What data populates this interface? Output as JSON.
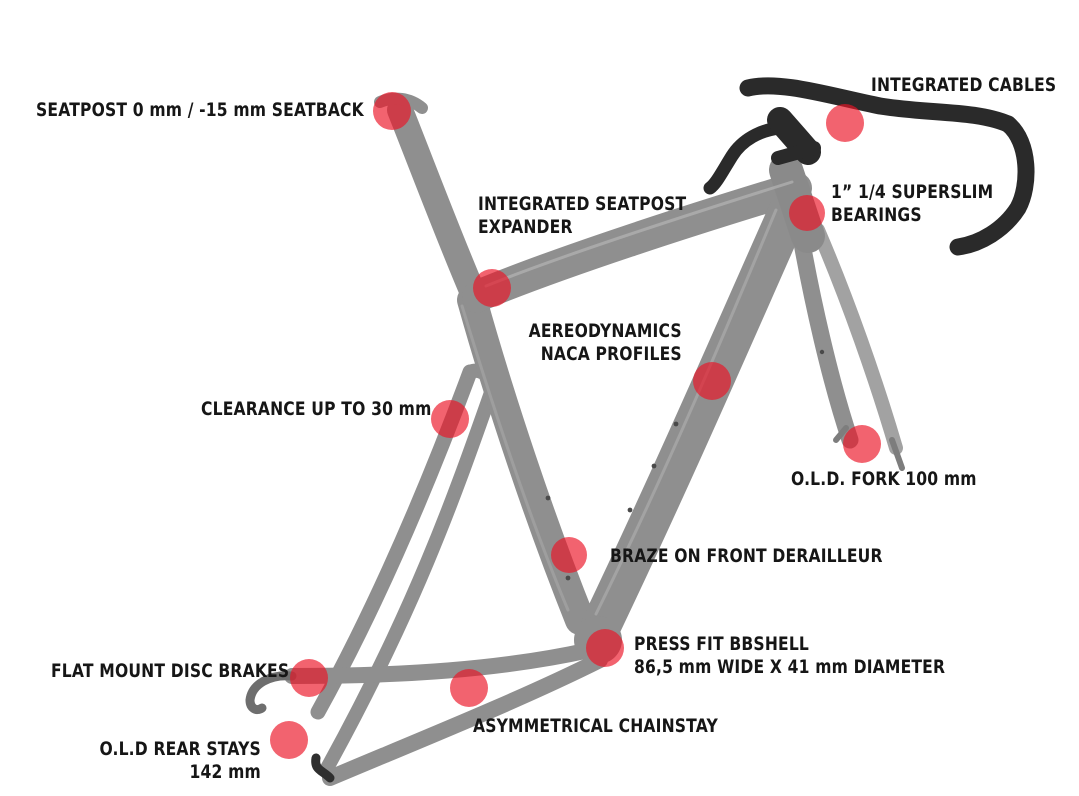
{
  "colors": {
    "frame": "#8f8f8f",
    "frame_shadow": "#6c6c6c",
    "frame_highlight": "#b4b4b4",
    "cockpit": "#2a2a2a",
    "marker": "#ec1224",
    "text": "#161616",
    "background": "#ffffff"
  },
  "callouts": {
    "seatpost": {
      "lines": [
        "SEATPOST 0 mm / -15 mm SEATBACK"
      ]
    },
    "integrated_cables": {
      "lines": [
        "INTEGRATED CABLES"
      ]
    },
    "bearings": {
      "lines": [
        "1” 1/4 SUPERSLIM",
        "BEARINGS"
      ]
    },
    "seatpost_expander": {
      "lines": [
        "INTEGRATED SEATPOST",
        "EXPANDER"
      ]
    },
    "naca_profiles": {
      "lines": [
        "AEREODYNAMICS",
        "NACA PROFILES"
      ]
    },
    "clearance": {
      "lines": [
        "CLEARANCE UP TO 30 mm"
      ]
    },
    "fork_old": {
      "lines": [
        "O.L.D. FORK 100 mm"
      ]
    },
    "front_derailleur": {
      "lines": [
        "BRAZE ON FRONT DERAILLEUR"
      ]
    },
    "bb_shell": {
      "lines": [
        "PRESS FIT BBSHELL",
        "86,5 mm WIDE X 41 mm DIAMETER"
      ]
    },
    "disc_brakes": {
      "lines": [
        "FLAT MOUNT DISC BRAKES"
      ]
    },
    "rear_stays": {
      "lines": [
        "O.L.D REAR STAYS",
        "142 mm"
      ]
    },
    "chainstay": {
      "lines": [
        "ASYMMETRICAL CHAINSTAY"
      ]
    }
  }
}
